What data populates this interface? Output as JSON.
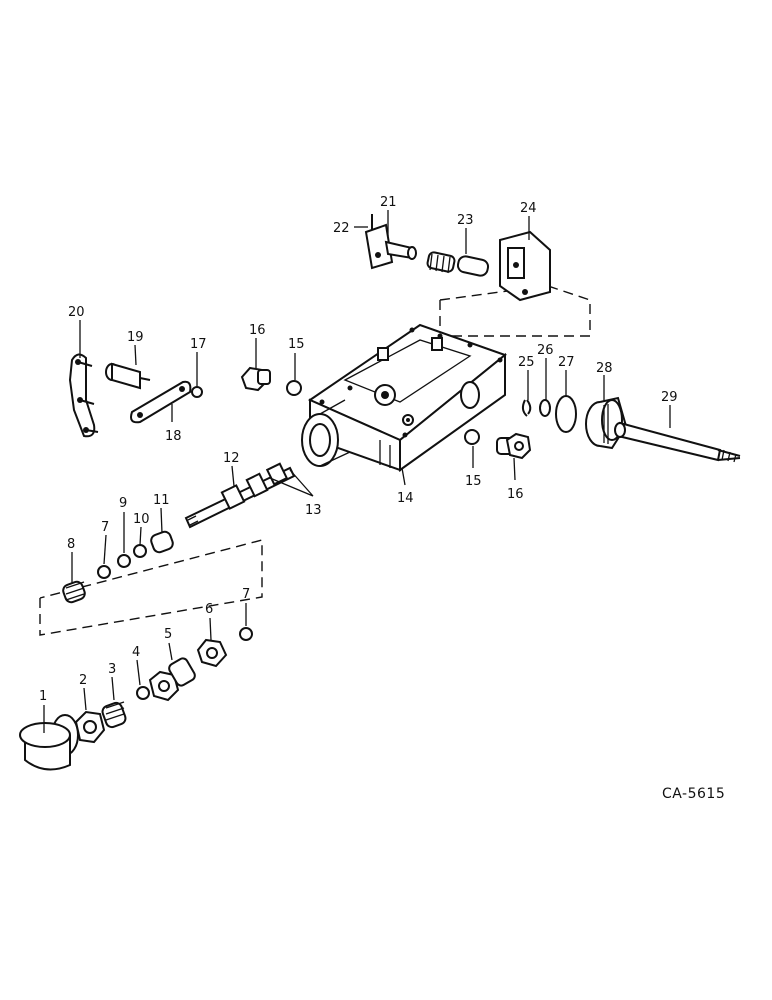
{
  "diagram_code": "CA-5615",
  "callouts": [
    "1",
    "2",
    "3",
    "4",
    "5",
    "6",
    "7",
    "8",
    "9",
    "10",
    "11",
    "12",
    "13",
    "14",
    "15",
    "16",
    "17",
    "18",
    "19",
    "20",
    "21",
    "22",
    "23",
    "24",
    "25",
    "26",
    "27",
    "28",
    "29"
  ],
  "callout_repeats": {
    "seven_b": "7",
    "fifteen_b": "15",
    "sixteen_b": "16"
  },
  "colors": {
    "ink": "#111111",
    "paper": "#ffffff"
  }
}
